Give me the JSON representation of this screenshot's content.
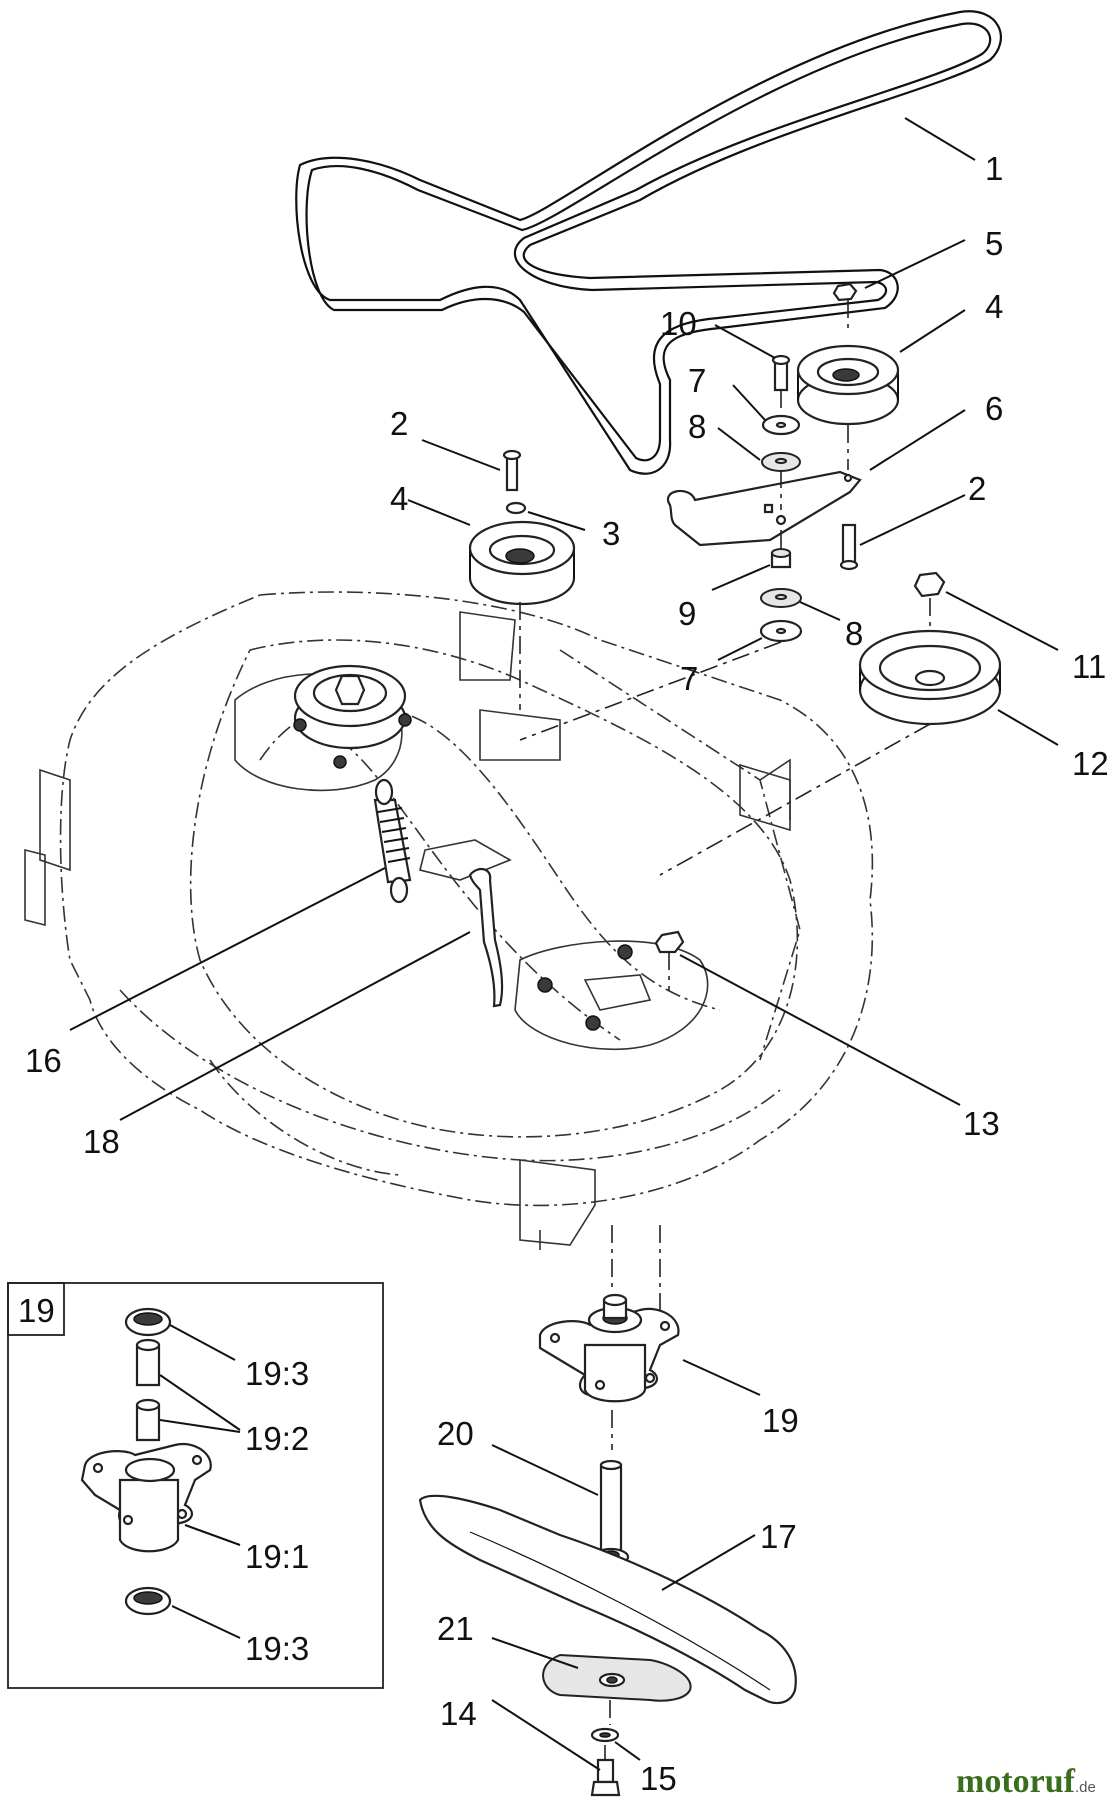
{
  "diagram": {
    "callouts": {
      "c1": "1",
      "c2a": "2",
      "c2b": "2",
      "c3": "3",
      "c4a": "4",
      "c4b": "4",
      "c5": "5",
      "c6": "6",
      "c7a": "7",
      "c7b": "7",
      "c8a": "8",
      "c8b": "8",
      "c9": "9",
      "c10": "10",
      "c11": "11",
      "c12": "12",
      "c13": "13",
      "c14": "14",
      "c15": "15",
      "c16": "16",
      "c17": "17",
      "c18": "18",
      "c19": "19",
      "c20": "20",
      "c21": "21"
    },
    "inset": {
      "title": "19",
      "c19_3a": "19:3",
      "c19_2": "19:2",
      "c19_1": "19:1",
      "c19_3b": "19:3"
    }
  },
  "watermark": {
    "brand": "motoruf",
    "tld": ".de",
    "brand_color": "#3a6e1e",
    "dot_color": "#d2691e"
  }
}
